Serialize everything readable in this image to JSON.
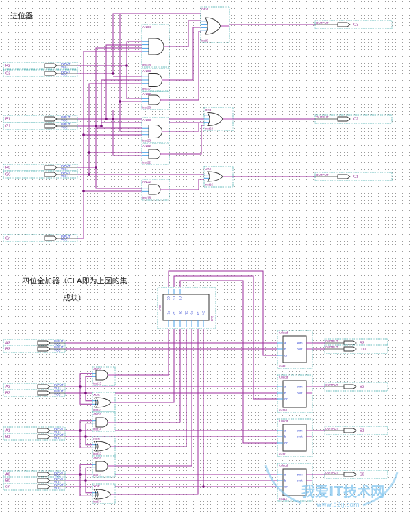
{
  "top": {
    "title": "进位器",
    "gates": [
      {
        "type": "OR",
        "label": "OR4",
        "inst": "inst8"
      },
      {
        "type": "AND",
        "label": "AND4",
        "inst": "inst28"
      },
      {
        "type": "AND",
        "label": "AND3",
        "inst": "inst27"
      },
      {
        "type": "AND",
        "label": "AND2",
        "inst": "inst26"
      },
      {
        "type": "OR",
        "label": "OR3",
        "inst": "inst24"
      },
      {
        "type": "AND",
        "label": "AND3",
        "inst": "inst23"
      },
      {
        "type": "AND",
        "label": "AND2",
        "inst": "inst22"
      },
      {
        "type": "OR",
        "label": "OR2",
        "inst": "inst16"
      },
      {
        "type": "AND",
        "label": "AND2",
        "inst": "inst18"
      }
    ],
    "inputs": [
      {
        "name": "P2",
        "type": "INPUT",
        "default": "VCC"
      },
      {
        "name": "G2",
        "type": "INPUT",
        "default": "VCC"
      },
      {
        "name": "P1",
        "type": "INPUT",
        "default": "VCC"
      },
      {
        "name": "G1",
        "type": "INPUT",
        "default": "VCC"
      },
      {
        "name": "P0",
        "type": "INPUT",
        "default": "VCC"
      },
      {
        "name": "G0",
        "type": "INPUT",
        "default": "VCC"
      },
      {
        "name": "Cn",
        "type": "INPUT",
        "default": "VCC"
      }
    ],
    "outputs": [
      {
        "name": "C3",
        "type": "OUTPUT"
      },
      {
        "name": "C2",
        "type": "OUTPUT"
      },
      {
        "name": "C1",
        "type": "OUTPUT"
      }
    ]
  },
  "bottom": {
    "title_line1": "四位全加器（CLA即为上图的集",
    "title_line2": "成块）",
    "cla": {
      "label": "CLA",
      "inst": "inst",
      "top_pins": [
        "C3",
        "C2",
        "C1"
      ],
      "bottom_pins": [
        "P2",
        "G2",
        "P1",
        "G1",
        "P0",
        "G0",
        "Cn"
      ]
    },
    "adders": [
      {
        "label": "fulladd",
        "inst": "inst9",
        "pins": [
          "a",
          "b",
          "cin",
          "sum",
          "cout"
        ]
      },
      {
        "label": "fulladd",
        "inst": "inst10",
        "pins": [
          "a",
          "b",
          "cin",
          "sum",
          "cout"
        ]
      },
      {
        "label": "fulladd",
        "inst": "inst11",
        "pins": [
          "a",
          "b",
          "cin",
          "sum",
          "cout"
        ]
      },
      {
        "label": "fulladd",
        "inst": "inst12",
        "pins": [
          "a",
          "b",
          "cin",
          "sum",
          "cout"
        ]
      }
    ],
    "gates": [
      {
        "type": "AND",
        "label": "AND2",
        "inst": "inst15"
      },
      {
        "type": "XOR",
        "label": "XOR",
        "inst": "inst33"
      },
      {
        "type": "AND",
        "label": "AND2",
        "inst": "inst14"
      },
      {
        "type": "XOR",
        "label": "XOR",
        "inst": "inst32"
      },
      {
        "type": "AND",
        "label": "AND2",
        "inst": "inst13"
      },
      {
        "type": "XOR",
        "label": "XOR",
        "inst": "inst34"
      }
    ],
    "inputs": [
      {
        "name": "A3",
        "type": "INPUT",
        "default": "VCC"
      },
      {
        "name": "B3",
        "type": "INPUT",
        "default": "VCC"
      },
      {
        "name": "A2",
        "type": "INPUT",
        "default": "VCC"
      },
      {
        "name": "B2",
        "type": "INPUT",
        "default": "VCC"
      },
      {
        "name": "A1",
        "type": "INPUT",
        "default": "VCC"
      },
      {
        "name": "B1",
        "type": "INPUT",
        "default": "VCC"
      },
      {
        "name": "A0",
        "type": "INPUT",
        "default": "VCC"
      },
      {
        "name": "B0",
        "type": "INPUT",
        "default": "VCC"
      },
      {
        "name": "cin",
        "type": "INPUT",
        "default": "VCC"
      }
    ],
    "outputs": [
      {
        "name": "S3",
        "type": "OUTPUT"
      },
      {
        "name": "cout",
        "type": "OUTPUT"
      },
      {
        "name": "S2",
        "type": "OUTPUT"
      },
      {
        "name": "S1",
        "type": "OUTPUT"
      },
      {
        "name": "S0",
        "type": "OUTPUT"
      }
    ]
  },
  "watermark": {
    "text": "我爱IT技术网",
    "url": "www.52ij.com"
  },
  "colors": {
    "wire": "#9b2d9b",
    "pin_stub": "#4aa0e8",
    "box": "#3aa6a6",
    "junction": "#7a0f7a"
  }
}
